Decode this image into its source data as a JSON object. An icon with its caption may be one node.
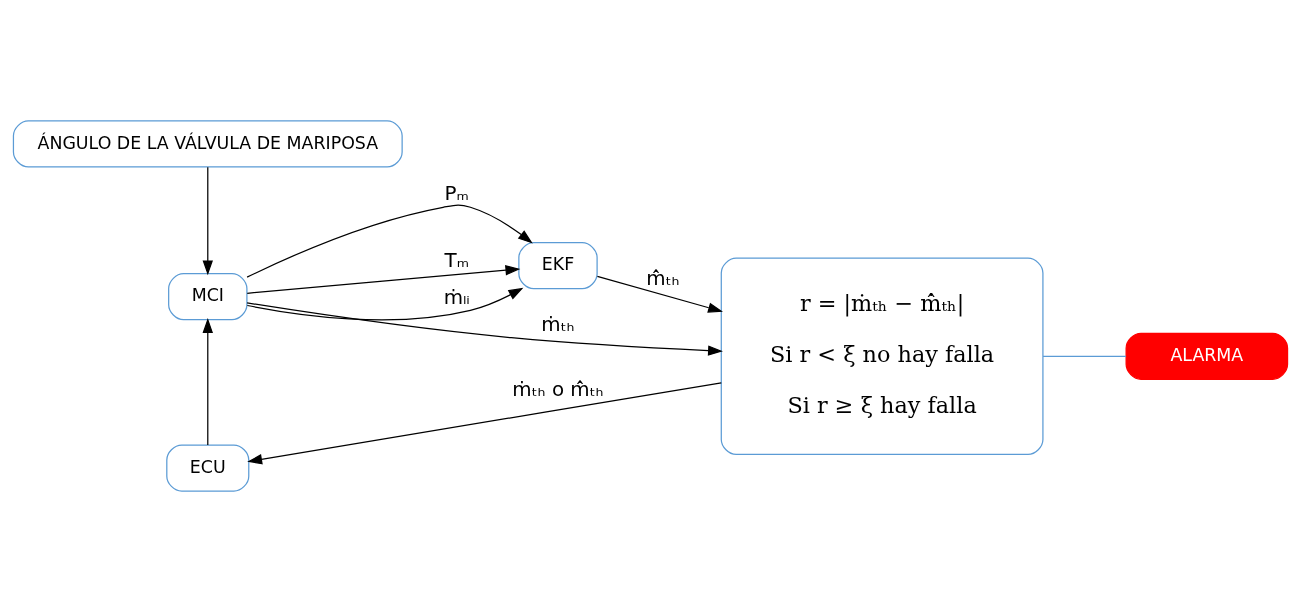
{
  "diagram": {
    "nodes": [
      {
        "text": [
          "ÁNGULO DE LA VÁLVULA DE MARIPOSA"
        ]
      },
      {
        "text": [
          "MCI"
        ]
      },
      {
        "text": [
          "EKF"
        ]
      },
      {
        "text": [
          "r = |ṁₜₕ − m̂̇ₜₕ|",
          "Si r < ξ no hay falla",
          "Si r ≥ ξ hay falla"
        ]
      },
      {
        "text": [
          "ALARMA"
        ]
      },
      {
        "text": [
          "ECU"
        ]
      }
    ],
    "edges": [
      {
        "from": 0,
        "to": 1,
        "arrow": "to"
      },
      {
        "from": 1,
        "to": 3,
        "arrow": "to",
        "label": "ṁₜₕ"
      },
      {
        "from": 1,
        "to": 2,
        "arrow": "to",
        "label": "Pₘ"
      },
      {
        "from": 1,
        "to": 2,
        "arrow": "to",
        "label": "Tₘ"
      },
      {
        "from": 1,
        "to": 2,
        "arrow": "to",
        "label": "ṁₗᵢ"
      },
      {
        "from": 2,
        "to": 3,
        "arrow": "to",
        "label": "m̂̇ₜₕ"
      },
      {
        "from": 3,
        "to": 4,
        "arrow": "none",
        "color": "#5b9bd5"
      },
      {
        "from": 3,
        "to": 5,
        "arrow": "to",
        "label": "ṁₜₕ o m̂̇ₜₕ"
      },
      {
        "from": 5,
        "to": 1,
        "arrow": "to"
      }
    ]
  }
}
